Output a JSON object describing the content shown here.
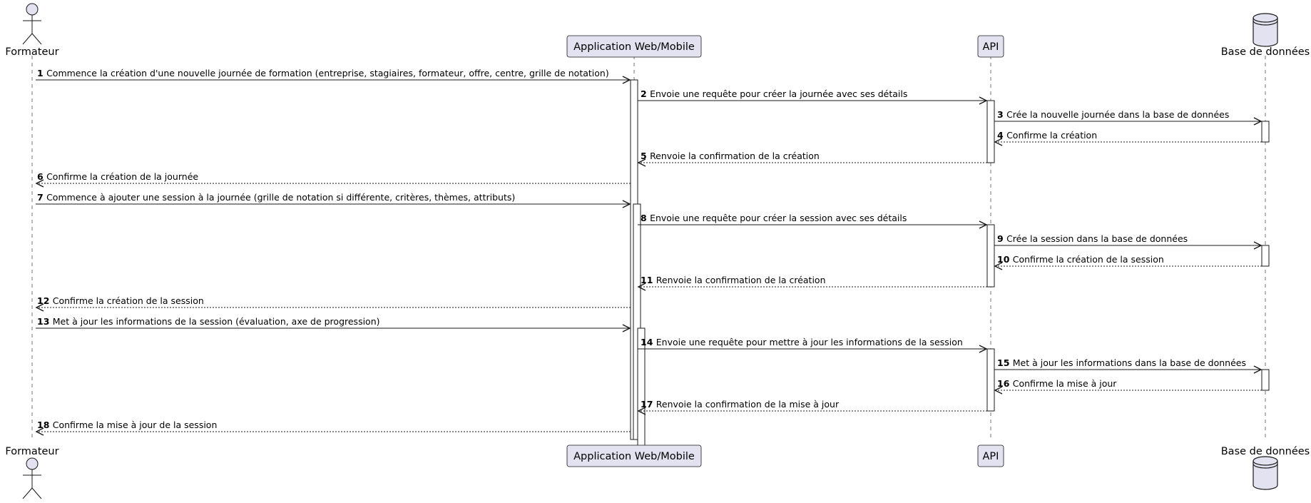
{
  "participants": [
    {
      "id": "formateur",
      "label": "Formateur",
      "kind": "actor"
    },
    {
      "id": "app",
      "label": "Application Web/Mobile",
      "kind": "participant"
    },
    {
      "id": "api",
      "label": "API",
      "kind": "participant"
    },
    {
      "id": "db",
      "label": "Base de données",
      "kind": "database"
    }
  ],
  "messages": [
    {
      "n": "1",
      "from": "formateur",
      "to": "app",
      "dashed": false,
      "text": "Commence la création d'une nouvelle journée de formation (entreprise, stagiaires, formateur, offre, centre, grille de notation)"
    },
    {
      "n": "2",
      "from": "app",
      "to": "api",
      "dashed": false,
      "text": "Envoie une requête pour créer la journée avec ses détails"
    },
    {
      "n": "3",
      "from": "api",
      "to": "db",
      "dashed": false,
      "text": "Crée la nouvelle journée dans la base de données"
    },
    {
      "n": "4",
      "from": "db",
      "to": "api",
      "dashed": true,
      "text": "Confirme la création"
    },
    {
      "n": "5",
      "from": "api",
      "to": "app",
      "dashed": true,
      "text": "Renvoie la confirmation de la création"
    },
    {
      "n": "6",
      "from": "app",
      "to": "formateur",
      "dashed": true,
      "text": "Confirme la création de la journée"
    },
    {
      "n": "7",
      "from": "formateur",
      "to": "app",
      "dashed": false,
      "text": "Commence à ajouter une session à la journée (grille de notation si différente, critères, thèmes, attributs)"
    },
    {
      "n": "8",
      "from": "app",
      "to": "api",
      "dashed": false,
      "text": "Envoie une requête pour créer la session avec ses détails"
    },
    {
      "n": "9",
      "from": "api",
      "to": "db",
      "dashed": false,
      "text": "Crée la session dans la base de données"
    },
    {
      "n": "10",
      "from": "db",
      "to": "api",
      "dashed": true,
      "text": "Confirme la création de la session"
    },
    {
      "n": "11",
      "from": "api",
      "to": "app",
      "dashed": true,
      "text": "Renvoie la confirmation de la création"
    },
    {
      "n": "12",
      "from": "app",
      "to": "formateur",
      "dashed": true,
      "text": "Confirme la création de la session"
    },
    {
      "n": "13",
      "from": "formateur",
      "to": "app",
      "dashed": false,
      "text": "Met à jour les informations de la session (évaluation, axe de progression)"
    },
    {
      "n": "14",
      "from": "app",
      "to": "api",
      "dashed": false,
      "text": "Envoie une requête pour mettre à jour les informations de la session"
    },
    {
      "n": "15",
      "from": "api",
      "to": "db",
      "dashed": false,
      "text": "Met à jour les informations dans la base de données"
    },
    {
      "n": "16",
      "from": "db",
      "to": "api",
      "dashed": true,
      "text": "Confirme la mise à jour"
    },
    {
      "n": "17",
      "from": "api",
      "to": "app",
      "dashed": true,
      "text": "Renvoie la confirmation de la mise à jour"
    },
    {
      "n": "18",
      "from": "app",
      "to": "formateur",
      "dashed": true,
      "text": "Confirme la mise à jour de la session"
    }
  ],
  "colors": {
    "participant_fill": "#e2e2f0",
    "participant_stroke": "#181818",
    "lifeline": "#181818",
    "activation_fill": "#ffffff",
    "arrow": "#181818"
  }
}
